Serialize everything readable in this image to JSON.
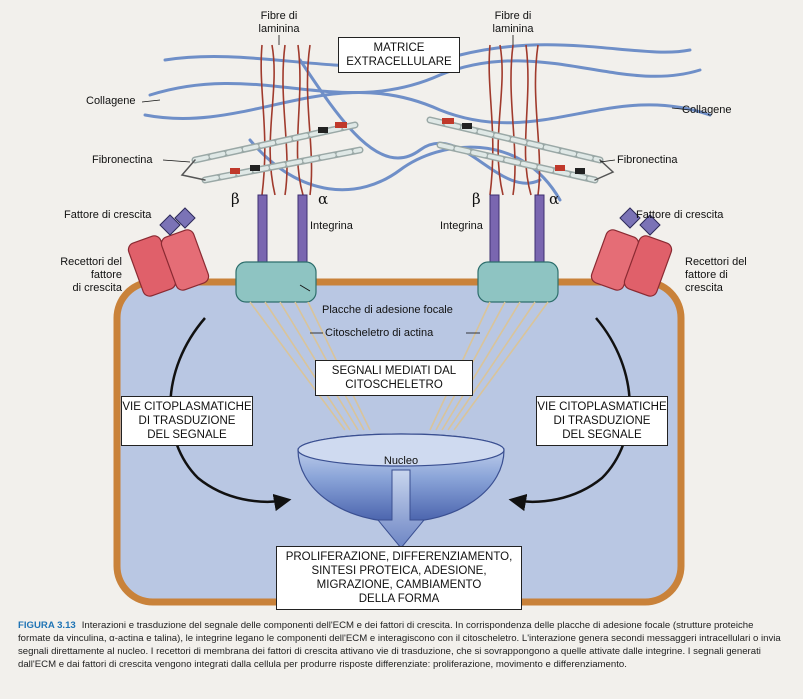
{
  "labels": {
    "fibre_left": "Fibre di\nlaminina",
    "fibre_right": "Fibre di\nlaminina",
    "matrice": "MATRICE\nEXTRACELLULARE",
    "collagene_left": "Collagene",
    "collagene_right": "Collagene",
    "fibronectina_left": "Fibronectina",
    "fibronectina_right": "Fibronectina",
    "beta": "β",
    "alpha": "α",
    "integrina_left": "Integrina",
    "integrina_right": "Integrina",
    "fattore_left": "Fattore di crescita",
    "fattore_right": "Fattore di crescita",
    "recettori_left": "Recettori del\nfattore\ndi crescita",
    "recettori_right": "Recettori del\nfattore di\ncrescita",
    "placche": "Placche di adesione focale",
    "citoscheletro": "Citoscheletro di actina",
    "segnali": "SEGNALI MEDIATI DAL\nCITOSCHELETRO",
    "vie_left": "VIE CITOPLASMATICHE\nDI TRASDUZIONE\nDEL SEGNALE",
    "vie_right": "VIE CITOPLASMATICHE\nDI TRASDUZIONE\nDEL SEGNALE",
    "nucleo": "Nucleo",
    "outcome": "PROLIFERAZIONE, DIFFERENZIAMENTO,\nSINTESI PROTEICA, ADESIONE,\nMIGRAZIONE, CAMBIAMENTO\nDELLA FORMA"
  },
  "caption": {
    "figure": "FIGURA 3.13",
    "text": "Interazioni e trasduzione del segnale delle componenti dell'ECM e dei fattori di crescita. In corrispondenza delle placche di adesione focale (strutture proteiche formate da vinculina, α-actina e talina), le integrine legano le componenti dell'ECM e interagiscono con il citoscheletro. L'interazione genera secondi messaggeri intracellulari o invia segnali direttamente al nucleo. I recettori di membrana dei fattori di crescita attivano vie di trasduzione, che si sovrappongono a quelle attivate dalle integrine. I segnali generati dall'ECM e dai fattori di crescita vengono integrati dalla cellula per produrre risposte differenziate: proliferazione, movimento e differenziamento."
  },
  "colors": {
    "cell_fill": "#b9c7e3",
    "cell_border": "#c9823a",
    "collagen": "#6f8fc8",
    "laminin": "#a03a2c",
    "integrin": "#7a66b0",
    "plaque": "#8ec4c2",
    "receptor": "#e0606a",
    "caption_accent": "#1f74b5"
  }
}
